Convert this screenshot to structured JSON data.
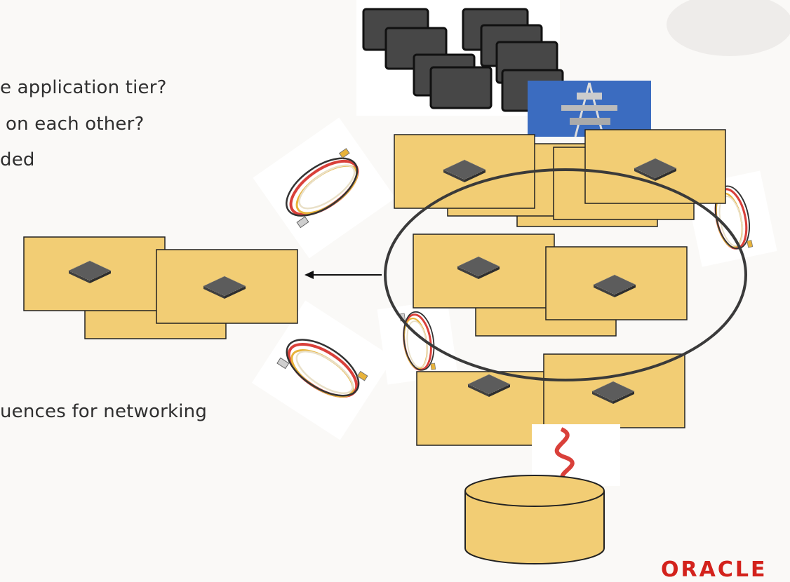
{
  "slide": {
    "text_lines": [
      "e application tier?",
      "on each other?",
      "ded",
      "uences for networking"
    ],
    "logo_text": "ORACLE"
  },
  "colors": {
    "server_fill": "#f2cd74",
    "server_stroke": "#222222",
    "chip": "#5a5a5a",
    "tower_sky": "#3b6cc0",
    "cable_red": "#d9403a",
    "cable_yellow": "#e8b33a",
    "cable_black": "#333333",
    "logo": "#d3221c"
  }
}
